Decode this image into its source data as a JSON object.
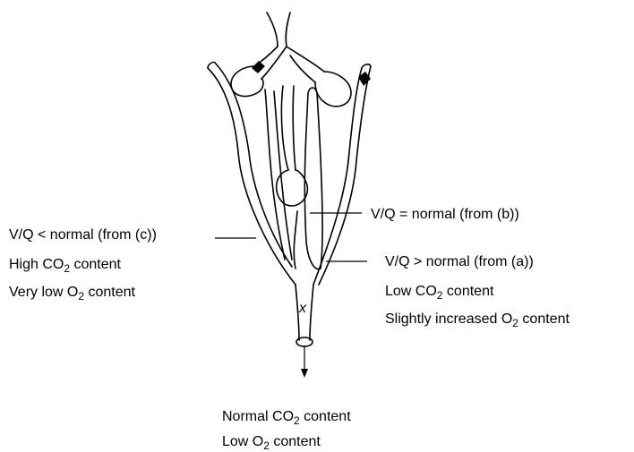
{
  "left_label": {
    "line1": "V/Q < normal (from (c))",
    "line2_a": "High CO",
    "line2_sub": "2",
    "line2_b": " content",
    "line3_a": "Very low O",
    "line3_sub": "2",
    "line3_b": " content"
  },
  "middle_label": {
    "line1": "V/Q = normal (from (b))"
  },
  "right_label": {
    "line1": "V/Q > normal (from (a))",
    "line2_a": "Low CO",
    "line2_sub": "2",
    "line2_b": " content",
    "line3_a": "Slightly increased O",
    "line3_sub": "2",
    "line3_b": " content"
  },
  "junction_label": "x",
  "bottom_label": {
    "line1_a": "Normal CO",
    "line1_sub": "2",
    "line1_b": " content",
    "line2_a": "Low O",
    "line2_sub": "2",
    "line2_b": " content"
  }
}
